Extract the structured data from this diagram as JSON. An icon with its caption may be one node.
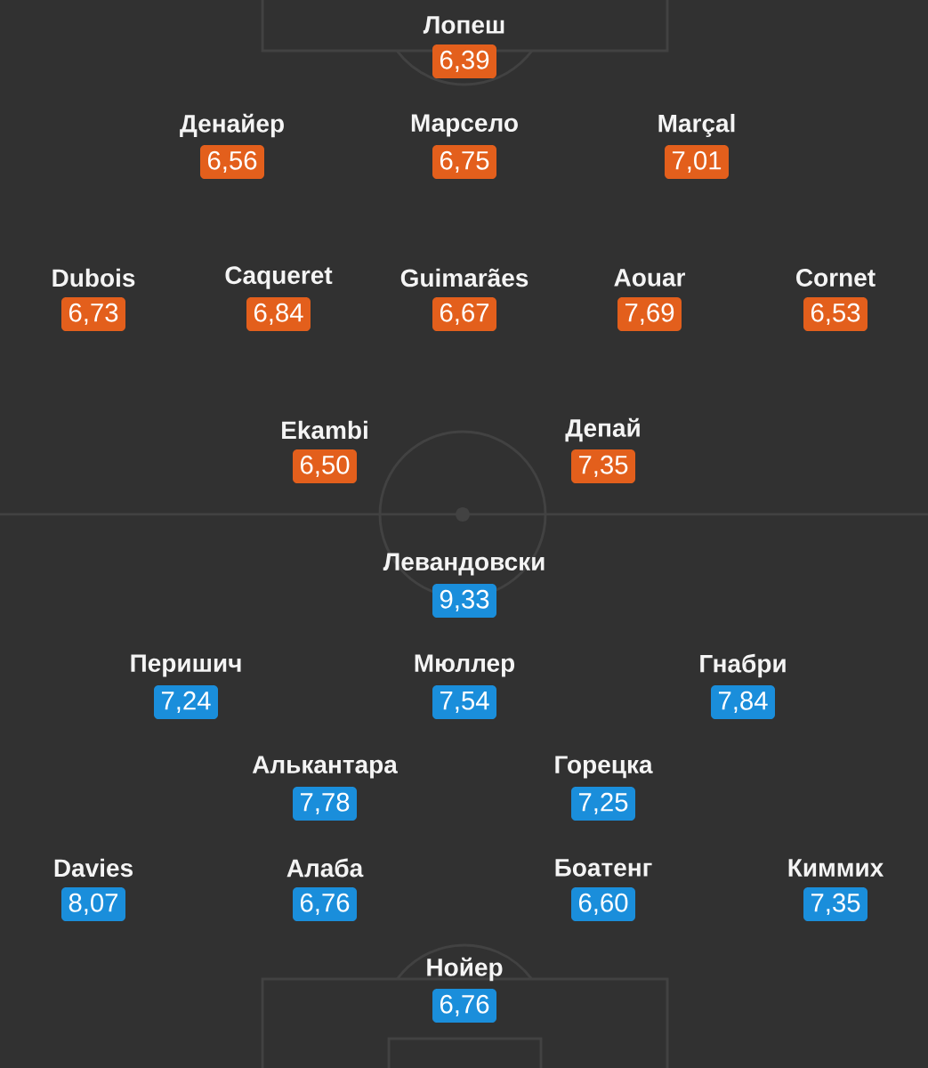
{
  "diagram": {
    "nodes": [
      {
        "text": [
          "Лопеш",
          "6,39"
        ]
      },
      {
        "text": [
          "Денайер",
          "6,56"
        ]
      },
      {
        "text": [
          "Марсело",
          "6,75"
        ]
      },
      {
        "text": [
          "Marçal",
          "7,01"
        ]
      },
      {
        "text": [
          "Dubois",
          "6,73"
        ]
      },
      {
        "text": [
          "Caqueret",
          "6,84"
        ]
      },
      {
        "text": [
          "Guimarães",
          "6,67"
        ]
      },
      {
        "text": [
          "Aouar",
          "7,69"
        ]
      },
      {
        "text": [
          "Cornet",
          "6,53"
        ]
      },
      {
        "text": [
          "Ekambi",
          "6,50"
        ]
      },
      {
        "text": [
          "Депай",
          "7,35"
        ]
      },
      {
        "text": [
          "Левандовски",
          "9,33"
        ]
      },
      {
        "text": [
          "Перишич",
          "7,24"
        ]
      },
      {
        "text": [
          "Мюллер",
          "7,54"
        ]
      },
      {
        "text": [
          "Гнабри",
          "7,84"
        ]
      },
      {
        "text": [
          "Алькантара",
          "7,78"
        ]
      },
      {
        "text": [
          "Горецка",
          "7,25"
        ]
      },
      {
        "text": [
          "Davies",
          "8,07"
        ]
      },
      {
        "text": [
          "Алаба",
          "6,76"
        ]
      },
      {
        "text": [
          "Боатенг",
          "6,60"
        ]
      },
      {
        "text": [
          "Киммих",
          "7,35"
        ]
      },
      {
        "text": [
          "Нойер",
          "6,76"
        ]
      }
    ]
  }
}
